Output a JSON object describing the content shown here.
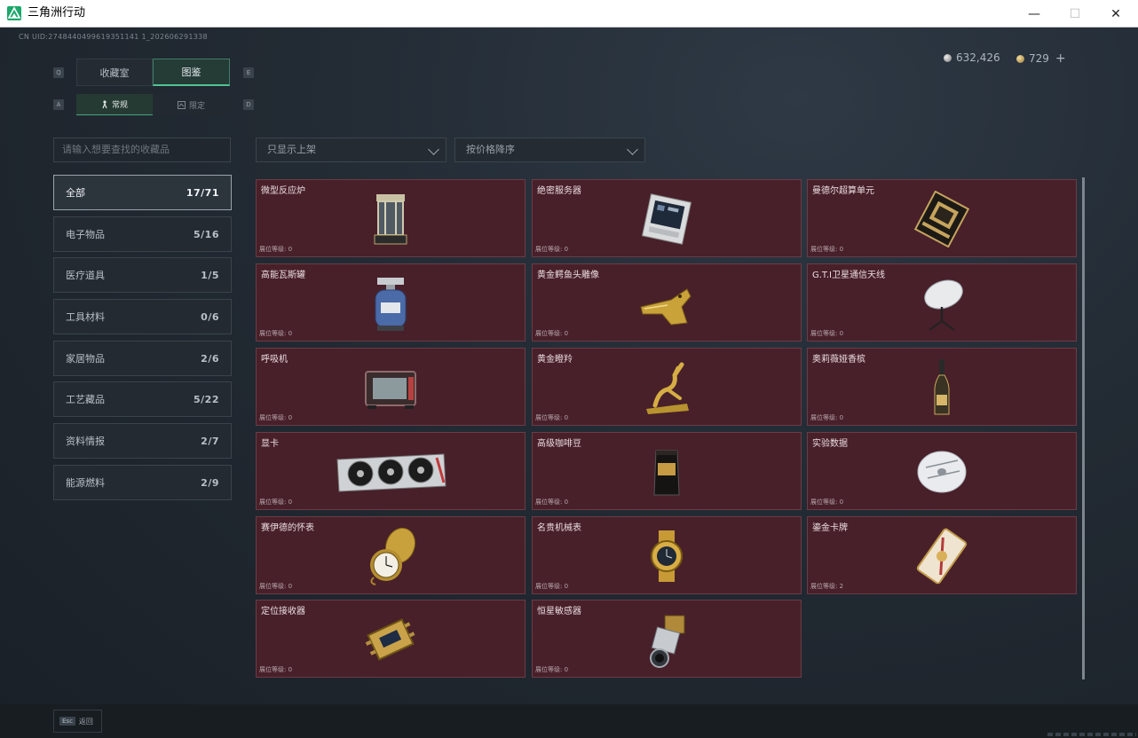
{
  "window": {
    "title": "三角洲行动",
    "minimize_label": "—",
    "maximize_label": "☐",
    "close_label": "✕"
  },
  "uid": "CN UID:2748440499619351141 1_202606291338",
  "currency": [
    {
      "icon": "silver-coin-icon",
      "value": "632,426"
    },
    {
      "icon": "gold-coin-icon",
      "value": "729",
      "plus": "+"
    }
  ],
  "tabs": {
    "key_left": "Q",
    "key_right": "E",
    "collection": "收藏室",
    "atlas": "图鉴"
  },
  "subtabs": {
    "key_left": "A",
    "key_right": "D",
    "normal": "常规",
    "limited": "限定"
  },
  "search": {
    "placeholder": "请输入想要查找的收藏品"
  },
  "filters": {
    "shelf": "只显示上架",
    "sort": "按价格降序"
  },
  "categories": [
    {
      "label": "全部",
      "count": "17/71"
    },
    {
      "label": "电子物品",
      "count": "5/16"
    },
    {
      "label": "医疗道具",
      "count": "1/5"
    },
    {
      "label": "工具材料",
      "count": "0/6"
    },
    {
      "label": "家居物品",
      "count": "2/6"
    },
    {
      "label": "工艺藏品",
      "count": "5/22"
    },
    {
      "label": "资料情报",
      "count": "2/7"
    },
    {
      "label": "能源燃料",
      "count": "2/9"
    }
  ],
  "items": [
    {
      "name": "微型反应炉",
      "level": "展位等级: 0",
      "icon": "reactor-icon"
    },
    {
      "name": "绝密服务器",
      "level": "展位等级: 0",
      "icon": "server-icon"
    },
    {
      "name": "曼德尔超算单元",
      "level": "展位等级: 0",
      "icon": "supercomputer-icon"
    },
    {
      "name": "高能瓦斯罐",
      "level": "展位等级: 0",
      "icon": "gas-tank-icon"
    },
    {
      "name": "黄金鳄鱼头雕像",
      "level": "展位等级: 0",
      "icon": "croc-statue-icon"
    },
    {
      "name": "G.T.I卫星通信天线",
      "level": "展位等级: 0",
      "icon": "satellite-dish-icon"
    },
    {
      "name": "呼吸机",
      "level": "展位等级: 0",
      "icon": "ventilator-icon"
    },
    {
      "name": "黄金瞪羚",
      "level": "展位等级: 0",
      "icon": "gazelle-icon"
    },
    {
      "name": "奥莉薇娅香槟",
      "level": "展位等级: 0",
      "icon": "champagne-icon"
    },
    {
      "name": "显卡",
      "level": "展位等级: 0",
      "icon": "gpu-icon"
    },
    {
      "name": "高级咖啡豆",
      "level": "展位等级: 0",
      "icon": "coffee-bag-icon"
    },
    {
      "name": "实验数据",
      "level": "展位等级: 0",
      "icon": "disc-icon"
    },
    {
      "name": "赛伊德的怀表",
      "level": "展位等级: 0",
      "icon": "pocket-watch-icon"
    },
    {
      "name": "名贵机械表",
      "level": "展位等级: 0",
      "icon": "wristwatch-icon"
    },
    {
      "name": "鎏金卡牌",
      "level": "展位等级: 2",
      "icon": "gilded-card-icon"
    },
    {
      "name": "定位接收器",
      "level": "展位等级: 0",
      "icon": "receiver-icon"
    },
    {
      "name": "恒星敏感器",
      "level": "展位等级: 0",
      "icon": "star-sensor-icon"
    }
  ],
  "footer": {
    "esc_key": "Esc",
    "back_label": "返回"
  }
}
